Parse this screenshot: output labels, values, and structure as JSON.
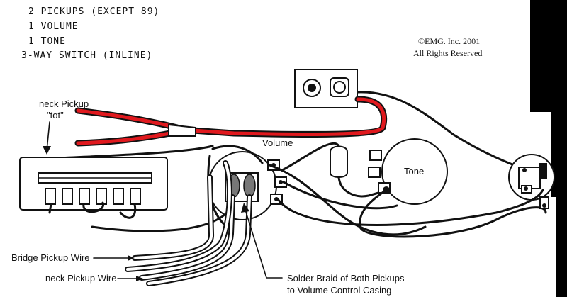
{
  "notes": {
    "line1": "2 PICKUPS (EXCEPT 89)",
    "line2": "1 VOLUME",
    "line3": "1 TONE",
    "line4": "3-WAY SWITCH (INLINE)"
  },
  "copyright": {
    "line1": "©EMG. Inc. 2001",
    "line2": "All Rights Reserved"
  },
  "labels": {
    "neck_pickup": "neck Pickup",
    "neck_pickup_sub": "\"tot\"",
    "volume": "Volume",
    "tone": "Tone",
    "bridge_wire": "Bridge Pickup Wire",
    "neck_wire": "neck Pickup Wire",
    "solder_line1": "Solder Braid of Both Pickups",
    "solder_line2": "to Volume Control Casing"
  },
  "colors": {
    "hot_wire": "#e0191e",
    "ink": "#111111"
  }
}
